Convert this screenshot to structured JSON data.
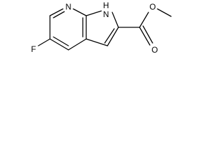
{
  "molecule": {
    "atoms": {
      "n_ring": "N",
      "nh": "H",
      "nh_n": "N",
      "ester_o_single": "O",
      "ester_o_double": "O",
      "fluorine": "F"
    }
  }
}
